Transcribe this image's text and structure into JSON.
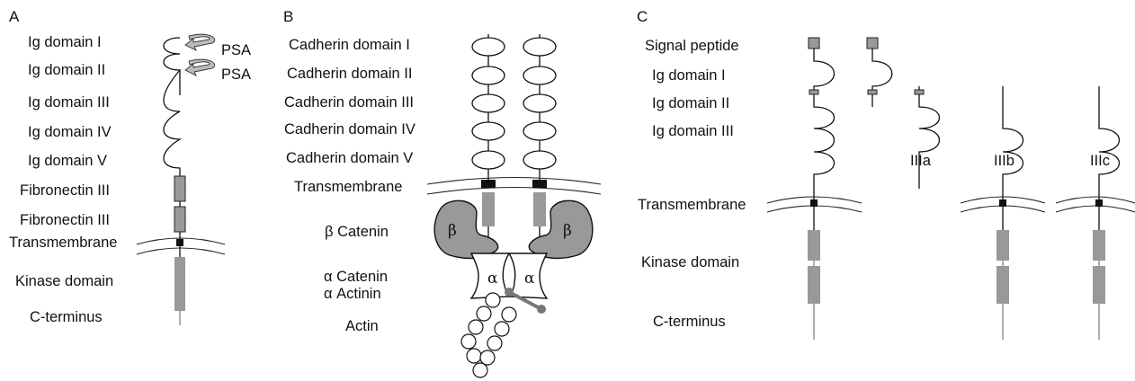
{
  "panels": {
    "a": "A",
    "b": "B",
    "c": "C"
  },
  "panel_a": {
    "labels": {
      "ig1": "Ig domain I",
      "ig2": "Ig domain II",
      "ig3": "Ig domain III",
      "ig4": "Ig domain IV",
      "ig5": "Ig domain V",
      "fn1": "Fibronectin III",
      "fn2": "Fibronectin III",
      "tm": "Transmembrane",
      "kinase": "Kinase domain",
      "cterm": "C-terminus"
    },
    "psa1": "PSA",
    "psa2": "PSA"
  },
  "panel_b": {
    "labels": {
      "cad1": "Cadherin domain I",
      "cad2": "Cadherin domain II",
      "cad3": "Cadherin domain III",
      "cad4": "Cadherin domain IV",
      "cad5": "Cadherin domain V",
      "tm": "Transmembrane",
      "beta_catenin": "β Catenin",
      "alpha_catenin": "α Catenin",
      "alpha_actinin": "α Actinin",
      "actin": "Actin"
    },
    "beta_symbol_left": "β",
    "beta_symbol_right": "β",
    "alpha_symbol_left": "α",
    "alpha_symbol_right": "α"
  },
  "panel_c": {
    "labels": {
      "signal": "Signal peptide",
      "ig1": "Ig domain I",
      "ig2": "Ig domain II",
      "ig3": "Ig domain III",
      "tm": "Transmembrane",
      "kinase": "Kinase domain",
      "cterm": "C-terminus"
    },
    "isoform_a": "IIIa",
    "isoform_b": "IIIb",
    "isoform_c": "IIIc"
  },
  "colors": {
    "domain_grey": "#999999",
    "line": "#111111"
  }
}
